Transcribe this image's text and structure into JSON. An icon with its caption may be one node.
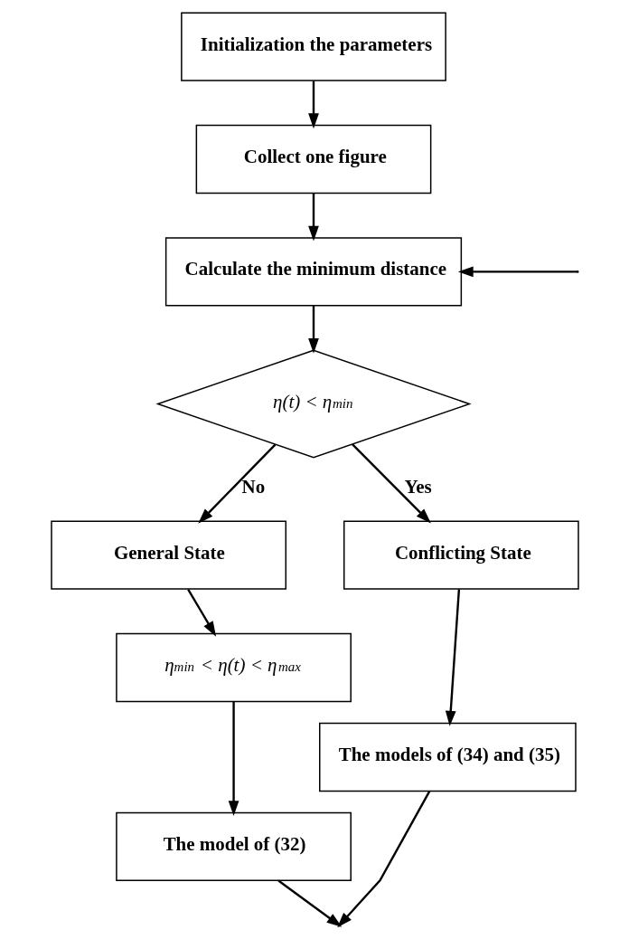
{
  "diagram": {
    "nodes": [
      {
        "text": [
          "Initialization the parameters"
        ]
      },
      {
        "text": [
          "Collect one figure"
        ]
      },
      {
        "text": [
          "Calculate the minimum distance"
        ]
      },
      {
        "text": [
          "η(t) < η$_{min}$"
        ]
      },
      {
        "text": [
          "General State"
        ]
      },
      {
        "text": [
          "η$_{min}$ < η(t) < η$_{max}$"
        ]
      },
      {
        "text": [
          "Conflicting State"
        ]
      },
      {
        "text": [
          "The model of (32)"
        ]
      },
      {
        "text": [
          "The models of (34) and (35)"
        ]
      }
    ],
    "edges": [
      {
        "from": 0,
        "to": 1,
        "arrow": "to"
      },
      {
        "from": 1,
        "to": 2,
        "arrow": "to"
      },
      {
        "from": null,
        "to": 2,
        "arrow": "to"
      },
      {
        "from": 2,
        "to": 3,
        "arrow": "to"
      },
      {
        "from": 3,
        "to": 4,
        "label": "No",
        "arrow": "to"
      },
      {
        "from": 3,
        "to": 6,
        "label": "Yes",
        "arrow": "to"
      },
      {
        "from": 4,
        "to": 5,
        "arrow": "to"
      },
      {
        "from": 5,
        "to": 7,
        "arrow": "to"
      },
      {
        "from": 6,
        "to": 8,
        "arrow": "to"
      },
      {
        "from": 7,
        "to": null,
        "arrow": "to"
      },
      {
        "from": 8,
        "to": null,
        "arrow": "to"
      }
    ]
  }
}
